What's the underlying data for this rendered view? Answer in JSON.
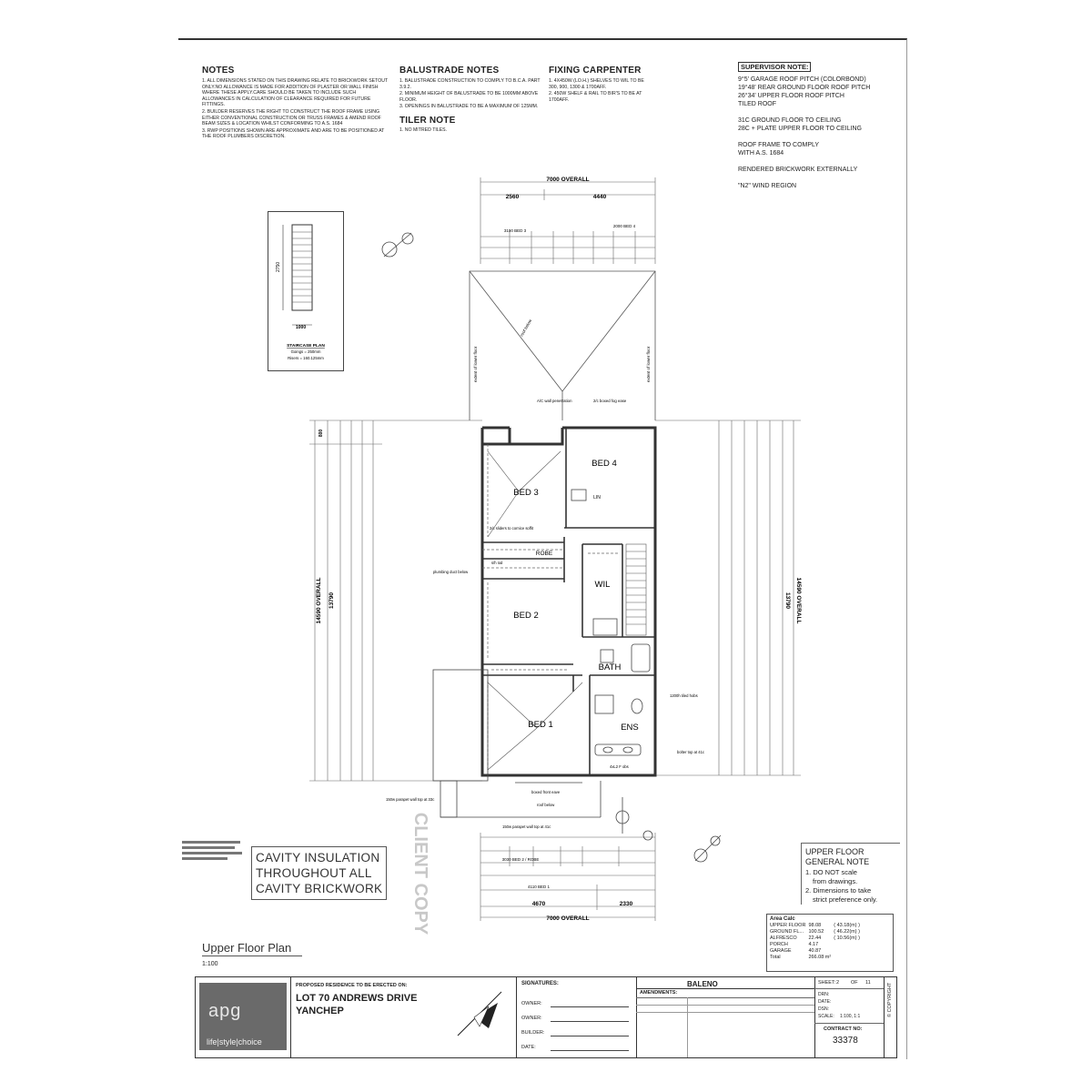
{
  "notes": {
    "title": "NOTES",
    "items": [
      "1. ALL DIMENSIONS STATED ON THIS DRAWING RELATE TO BRICKWORK SETOUT ONLY.NO ALLOWANCE IS MADE FOR ADDITION OF PLASTER OR WALL FINISH WHERE THESE APPLY.CARE SHOULD BE TAKEN TO INCLUDE SUCH ALLOWANCES IN CALCULATION OF CLEARANCE REQUIRED FOR FUTURE FITTINGS.",
      "2. BUILDER RESERVES THE RIGHT TO CONSTRUCT THE ROOF FRAME USING EITHER CONVENTIONAL CONSTRUCTION OR TRUSS FRAMES & AMEND ROOF BEAM SIZES & LOCATION WHILST CONFORMING TO A.S. 1684",
      "3. RWP POSITIONS SHOWN ARE APPROXIMATE AND ARE TO BE POSITIONED AT THE ROOF PLUMBERS DISCRETION."
    ]
  },
  "balustrade_notes": {
    "title": "BALUSTRADE NOTES",
    "items": [
      "1. BALUSTRADE CONSTRUCTION TO COMPLY TO B.C.A. PART 3.9.2.",
      "2. MINIMUM HEIGHT OF BALUSTRADE TO BE 1000mm ABOVE FLOOR.",
      "3. OPENINGS IN BALUSTRADE TO BE A MAXIMUM OF 125mm."
    ]
  },
  "fixing_carpenter": {
    "title": "FIXING CARPENTER",
    "items": [
      "1. 4x450w (LO.H.) SHELVES TO WIL TO BE 300, 900, 1300 & 1700aff.",
      "2. 450w SHELF & RAIL TO BIR'S TO BE AT 1700aff."
    ]
  },
  "tiler_note": {
    "title": "TILER NOTE",
    "items": [
      "1. NO MITRED TILES."
    ]
  },
  "supervisor_note": {
    "title": "SUPERVISOR NOTE:",
    "lines": [
      "9°5' GARAGE ROOF PITCH (COLORBOND)",
      "19°48' REAR GROUND FLOOR ROOF PITCH",
      "26°34' UPPER FLOOR ROOF PITCH",
      "TILED ROOF",
      "",
      "31c GROUND FLOOR TO CEILING",
      "28c + PLATE UPPER FLOOR TO CEILING",
      "",
      "ROOF FRAME TO COMPLY",
      "WITH A.S. 1684",
      "",
      "RENDERED BRICKWORK EXTERNALLY",
      "",
      "\"N2\" WIND REGION"
    ]
  },
  "staircase": {
    "title": "STAIRCASE PLAN",
    "line1": "Goings = 250mm",
    "line2": "Risers = 160.125mm",
    "dim_width": "1000",
    "dim_length": "2750"
  },
  "plan": {
    "rooms": [
      "BED 4",
      "BED 3",
      "BED 2",
      "BED 1",
      "WIL",
      "BATH",
      "ENS",
      "ROBE",
      "LIN"
    ],
    "top_overall": "7000 OVERALL",
    "top_dim_left": "2560",
    "top_dim_right": "4440",
    "bottom_overall": "7000 OVERALL",
    "bottom_dim_left": "4670",
    "bottom_dim_right": "2330",
    "left_overall": "14590 OVERALL",
    "left_inner": "13790",
    "right_overall": "14590 OVERALL",
    "right_inner": "13790",
    "top_top_dim": "800",
    "bed_row_top": [
      "3190 BED 3",
      "2000 BED 4"
    ],
    "bed_row_bottom": [
      "3030 BED 2 / ROBE",
      "4110 BED 1"
    ],
    "callouts": [
      "roof below",
      "extent of lower floor",
      "A/C wall penetration",
      "2/c boxed fog ease",
      "plumbing duct below",
      "2/c sliders to cornice soffit",
      "s/h rail",
      "150w parapet wall top at 33c",
      "boxed front eave",
      "roof below",
      "150w parapet wall top at 41c",
      "bolter top at 41c",
      "4xL2 F obs",
      "1200h tiled hobs"
    ]
  },
  "cavity_insulation": "CAVITY INSULATION\nTHROUGHOUT ALL\nCAVITY BRICKWORK",
  "client_copy": "CLIENT COPY",
  "plan_title": "Upper Floor Plan",
  "plan_scale": "1:100",
  "general_note": {
    "title_line1": "UPPER FLOOR",
    "title_line2": "GENERAL NOTE",
    "item1_line1": "1. DO NOT scale",
    "item1_line2": "from drawings.",
    "item2_line1": "2. Dimensions to take",
    "item2_line2": "strict preference only."
  },
  "area_calc": {
    "title": "Area Calc",
    "rows": [
      {
        "label": "UPPER FLOOR",
        "value": "98.08",
        "alt": "( 43.18(m) )"
      },
      {
        "label": "GROUND FL...",
        "value": "100.52",
        "alt": "( 46.22(m) )"
      },
      {
        "label": "ALFRESCO",
        "value": "22.44",
        "alt": "( 10.56(m) )"
      },
      {
        "label": "PORCH",
        "value": "4.17",
        "alt": ""
      },
      {
        "label": "GARAGE",
        "value": "40.87",
        "alt": ""
      }
    ],
    "total_label": "Total",
    "total_value": "266.08 m²"
  },
  "title_block": {
    "logo": "apg",
    "tagline": "life|style|choice",
    "proposed": "PROPOSED RESIDENCE TO BE ERECTED ON:",
    "lot": "LOT 70 ANDREWS DRIVE",
    "suburb": "YANCHEP",
    "signatures": "SIGNATURES:",
    "owner1": "OWNER:",
    "owner2": "OWNER:",
    "builder": "BUILDER:",
    "date": "DATE:",
    "design": "BALENO",
    "amendments": "AMENDMENTS:",
    "sheet_label": "SHEET:",
    "sheet_value": "2",
    "of_label": "OF",
    "of_value": "11",
    "drn": "DRN:",
    "date2": "DATE:",
    "dsn": "DSN:",
    "scale": "SCALE:",
    "scale_value": "1:100, 1:1",
    "contract": "CONTRACT NO:",
    "contract_value": "33378",
    "copyright": "© COPYRIGHT"
  },
  "colors": {
    "ink": "#222222",
    "wall": "#333333",
    "faint": "#888888"
  }
}
